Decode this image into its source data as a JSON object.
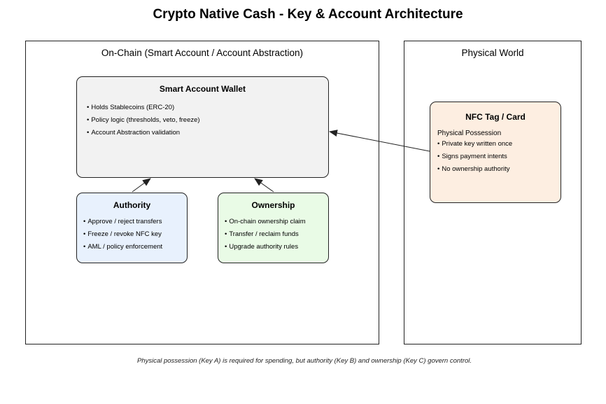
{
  "title": "Crypto Native Cash - Key & Account Architecture",
  "onchain": {
    "label": "On-Chain (Smart Account / Account Abstraction)",
    "wallet": {
      "title": "Smart Account Wallet",
      "items": [
        "Holds Stablecoins (ERC-20)",
        "Policy logic (thresholds, veto, freeze)",
        "Account Abstraction validation"
      ]
    },
    "authority": {
      "title": "Authority",
      "items": [
        "Approve / reject transfers",
        "Freeze / revoke NFC key",
        "AML / policy enforcement"
      ]
    },
    "ownership": {
      "title": "Ownership",
      "items": [
        "On-chain ownership claim",
        "Transfer / reclaim funds",
        "Upgrade authority rules"
      ]
    }
  },
  "physical": {
    "label": "Physical World",
    "nfc": {
      "title": "NFC Tag / Card",
      "subtitle": "Physical Possession",
      "items": [
        "Private key written once",
        "Signs payment intents",
        "No ownership authority"
      ]
    }
  },
  "colors": {
    "wallet_fill": "#f2f2f2",
    "authority_fill": "#e8f1fd",
    "ownership_fill": "#e9fbe6",
    "nfc_fill": "#fdeee1",
    "stroke": "#222222"
  },
  "footnote": "Physical possession (Key A) is required for spending, but authority (Key B) and ownership (Key C) govern control."
}
